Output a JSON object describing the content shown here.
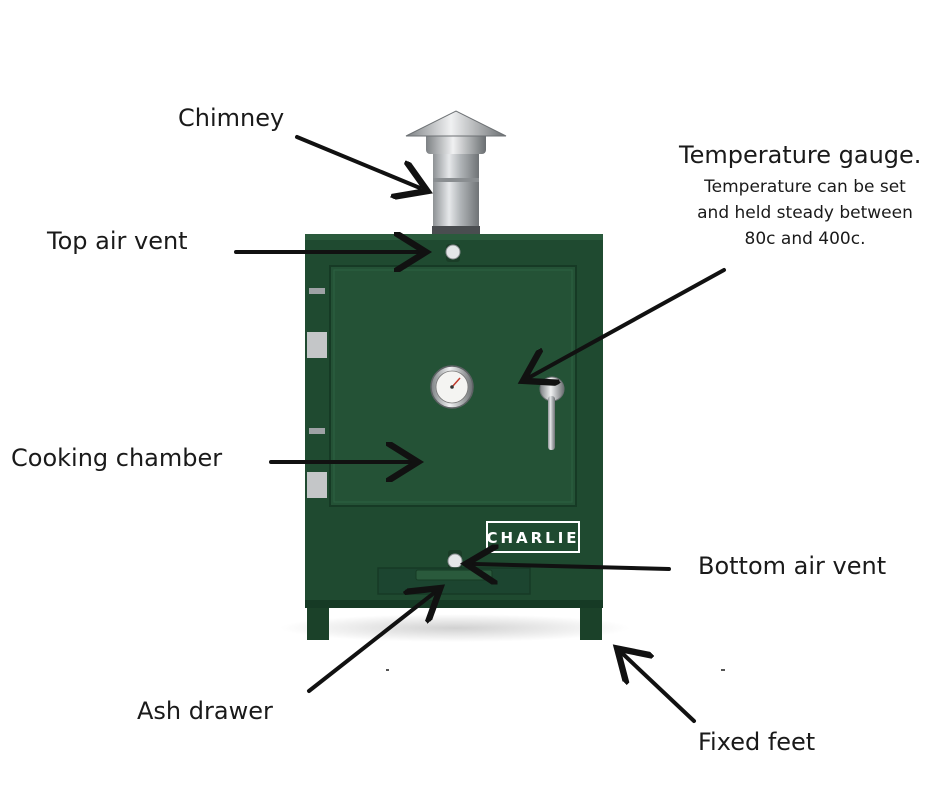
{
  "labels": {
    "chimney": "Chimney",
    "top_air_vent": "Top air vent",
    "temperature_gauge_title": "Temperature gauge.",
    "temperature_gauge_line1": "Temperature can be set",
    "temperature_gauge_line2": "and held steady between",
    "temperature_gauge_line3": "80c and 400c.",
    "cooking_chamber": "Cooking chamber",
    "bottom_air_vent": "Bottom air vent",
    "ash_drawer": "Ash drawer",
    "fixed_feet": "Fixed feet"
  },
  "oven": {
    "brand": "CHARLIE"
  },
  "colors": {
    "oven_green": "#1f4a30",
    "oven_green_dark": "#163a25",
    "oven_green_light": "#2a5a3c",
    "steel": "#b9bcbf",
    "arrow": "#111111"
  }
}
